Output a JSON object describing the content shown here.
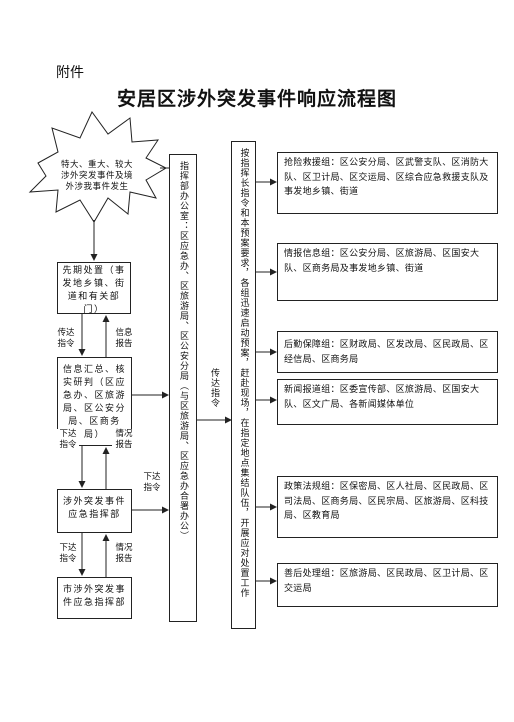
{
  "header": {
    "attachment_label": "附件",
    "title": "安居区涉外突发事件响应流程图"
  },
  "trigger": "特大、重大、较大涉外突发事件及境外涉我事件发生",
  "left_boxes": {
    "initial_response": "先期处置（事发地乡镇、街道和有关部门）",
    "info_summary": "信息汇总、核实研判（区应急办、区旅游局、区公安分局、区商务局）",
    "command_center": "涉外突发事件应急指挥部",
    "city_command": "市涉外突发事件应急指挥部"
  },
  "labels": {
    "transmit_instruction": "传达指令",
    "info_report": "信息报告",
    "issue_instruction": "下达指令",
    "situation_report": "情况报告",
    "issue_instruction_right": "下达指令",
    "transmit_instruction_center": "传达指令"
  },
  "command_office": "指挥部办公室：区应急办、区旅游局、区公安分局（与区旅游局、区应急办合署办公）",
  "group_instruction": "按指挥长指令和本预案要求，各组迅速启动预案，赶赴现场，在指定地点集结队伍，开展应对处置工作",
  "groups": [
    "抢险救援组：区公安分局、区武警支队、区消防大队、区卫计局、区交运局、区综合应急救援支队及事发地乡镇、街道",
    "情报信息组：区公安分局、区旅游局、区国安大队、区商务局及事发地乡镇、街道",
    "后勤保障组：区财政局、区发改局、区民政局、区经信局、区商务局",
    "新闻报道组：区委宣传部、区旅游局、区国安大队、区文广局、各新闻媒体单位",
    "政策法规组：区保密局、区人社局、区民政局、区司法局、区商务局、区民宗局、区旅游局、区科技局、区教育局",
    "善后处理组：区旅游局、区民政局、区卫计局、区交运局"
  ]
}
